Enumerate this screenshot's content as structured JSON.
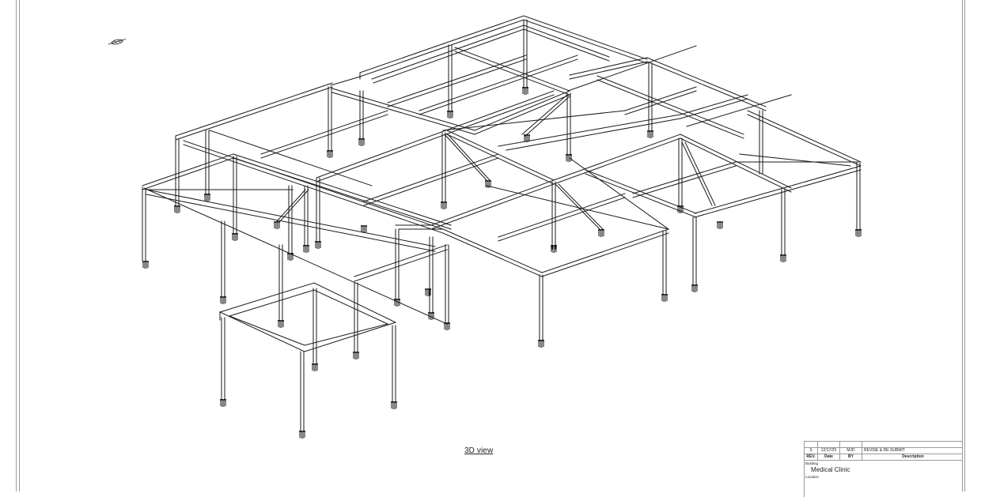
{
  "sheet": {
    "view_label": "3D view",
    "border_color": "#9a9a9a",
    "line_color": "#1a1a1a"
  },
  "north_arrow": {
    "icon": "north-arrow-icon"
  },
  "title_block": {
    "revisions": [
      {
        "rev": "S",
        "date": "12/17/25",
        "by": "MJD",
        "description": "REVISE & RE-SUBMIT"
      }
    ],
    "headers": {
      "rev": "REV.",
      "date": "Date",
      "by": "BY",
      "description": "Description"
    },
    "building_label": "Building",
    "building_value": "Medical Clinic",
    "location_label": "Location",
    "location_value": ""
  }
}
